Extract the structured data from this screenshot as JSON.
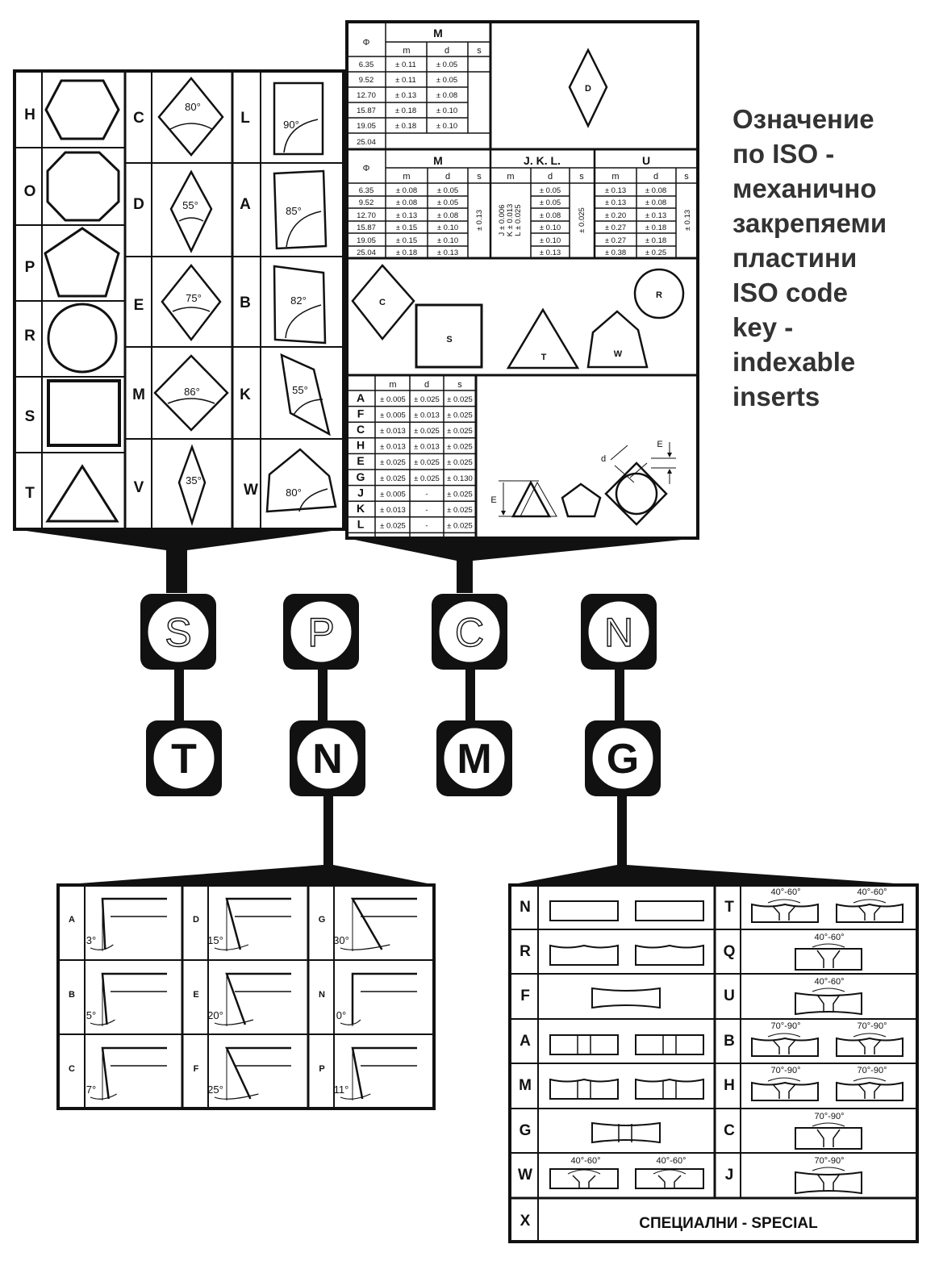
{
  "title_lines": [
    "Означение",
    "по ISO -",
    "механично",
    "закрепяеми",
    "пластини",
    "ISO code",
    "key -",
    "indexable",
    "inserts"
  ],
  "shapes": {
    "col1": [
      {
        "letter": "H",
        "icon": "hexagon-icon"
      },
      {
        "letter": "O",
        "icon": "octagon-icon"
      },
      {
        "letter": "P",
        "icon": "pentagon-icon"
      },
      {
        "letter": "R",
        "icon": "circle-icon"
      },
      {
        "letter": "S",
        "icon": "square-icon"
      },
      {
        "letter": "T",
        "icon": "triangle-icon"
      }
    ],
    "col2": [
      {
        "letter": "C",
        "angle": "80°"
      },
      {
        "letter": "D",
        "angle": "55°"
      },
      {
        "letter": "E",
        "angle": "75°"
      },
      {
        "letter": "M",
        "angle": "86°"
      },
      {
        "letter": "V",
        "angle": "35°"
      }
    ],
    "col3": [
      {
        "letter": "L",
        "angle": "90°"
      },
      {
        "letter": "A",
        "angle": "85°"
      },
      {
        "letter": "B",
        "angle": "82°"
      },
      {
        "letter": "K",
        "angle": "55°"
      },
      {
        "letter": "W",
        "angle": "80°"
      }
    ]
  },
  "tol_d": {
    "phi": "Φ",
    "group": "M",
    "cols": [
      "m",
      "d",
      "s"
    ],
    "rows": [
      [
        "6.35",
        "± 0.11",
        "± 0.05"
      ],
      [
        "9.52",
        "± 0.11",
        "± 0.05"
      ],
      [
        "12.70",
        "± 0.13",
        "± 0.08"
      ],
      [
        "15.87",
        "± 0.18",
        "± 0.10"
      ],
      [
        "19.05",
        "± 0.18",
        "± 0.10"
      ],
      [
        "25.04",
        "",
        ""
      ]
    ],
    "shape_label": "D"
  },
  "tol_main": {
    "phi": "Φ",
    "groups": [
      "M",
      "J. K. L.",
      "U"
    ],
    "cols": [
      "m",
      "d",
      "s",
      "m",
      "d",
      "s",
      "m",
      "d",
      "s"
    ],
    "phis": [
      "6.35",
      "9.52",
      "12.70",
      "15.87",
      "19.05",
      "25.04"
    ],
    "m_m": [
      "± 0.08",
      "± 0.08",
      "± 0.13",
      "± 0.15",
      "± 0.15",
      "± 0.18"
    ],
    "m_d": [
      "± 0.05",
      "± 0.05",
      "± 0.08",
      "± 0.10",
      "± 0.10",
      "± 0.13"
    ],
    "m_s": "± 0.13",
    "jkl_m": [
      "J ± 0.006",
      "K ± 0.013",
      "L ± 0.025"
    ],
    "jkl_d": [
      "± 0.05",
      "± 0.05",
      "± 0.08",
      "± 0.10",
      "± 0.10",
      "± 0.13"
    ],
    "jkl_s": "± 0.025",
    "u_m": [
      "± 0.13",
      "± 0.13",
      "± 0.20",
      "± 0.27",
      "± 0.27",
      "± 0.38"
    ],
    "u_d": [
      "± 0.08",
      "± 0.08",
      "± 0.13",
      "± 0.18",
      "± 0.18",
      "± 0.25"
    ],
    "u_s": "± 0.13"
  },
  "shape_labels": [
    "C",
    "S",
    "T",
    "W",
    "R"
  ],
  "tol_class": {
    "cols": [
      "m",
      "d",
      "s"
    ],
    "rows": [
      [
        "A",
        "± 0.005",
        "± 0.025",
        "± 0.025"
      ],
      [
        "F",
        "± 0.005",
        "± 0.013",
        "± 0.025"
      ],
      [
        "C",
        "± 0.013",
        "± 0.025",
        "± 0.025"
      ],
      [
        "H",
        "± 0.013",
        "± 0.013",
        "± 0.025"
      ],
      [
        "E",
        "± 0.025",
        "± 0.025",
        "± 0.025"
      ],
      [
        "G",
        "± 0.025",
        "± 0.025",
        "± 0.130"
      ],
      [
        "J",
        "± 0.005",
        "-",
        "± 0.025"
      ],
      [
        "K",
        "± 0.013",
        "-",
        "± 0.025"
      ],
      [
        "L",
        "± 0.025",
        "-",
        "± 0.025"
      ]
    ],
    "dim_e": "E",
    "dim_d": "d",
    "dim_e2": "E"
  },
  "code_top": [
    "S",
    "P",
    "C",
    "N"
  ],
  "code_bottom": [
    "T",
    "N",
    "M",
    "G"
  ],
  "clearance": [
    {
      "letter": "A",
      "angle": "3°"
    },
    {
      "letter": "D",
      "angle": "15°"
    },
    {
      "letter": "G",
      "angle": "30°"
    },
    {
      "letter": "B",
      "angle": "5°"
    },
    {
      "letter": "E",
      "angle": "20°"
    },
    {
      "letter": "N",
      "angle": "0°"
    },
    {
      "letter": "C",
      "angle": "7°"
    },
    {
      "letter": "F",
      "angle": "25°"
    },
    {
      "letter": "P",
      "angle": "11°"
    }
  ],
  "types": {
    "left": [
      {
        "letter": "N"
      },
      {
        "letter": "R"
      },
      {
        "letter": "F"
      },
      {
        "letter": "A"
      },
      {
        "letter": "M"
      },
      {
        "letter": "G"
      },
      {
        "letter": "W",
        "angles": [
          "40°-60°",
          "40°-60°"
        ]
      }
    ],
    "right": [
      {
        "letter": "T",
        "angles": [
          "40°-60°",
          "40°-60°"
        ]
      },
      {
        "letter": "Q",
        "angles": [
          "40°-60°"
        ]
      },
      {
        "letter": "U",
        "angles": [
          "40°-60°"
        ]
      },
      {
        "letter": "B",
        "angles": [
          "70°-90°",
          "70°-90°"
        ]
      },
      {
        "letter": "H",
        "angles": [
          "70°-90°",
          "70°-90°"
        ]
      },
      {
        "letter": "C",
        "angles": [
          "70°-90°"
        ]
      },
      {
        "letter": "J",
        "angles": [
          "70°-90°"
        ]
      }
    ],
    "special_letter": "X",
    "special_text": "СПЕЦИАЛНИ - SPECIAL"
  }
}
